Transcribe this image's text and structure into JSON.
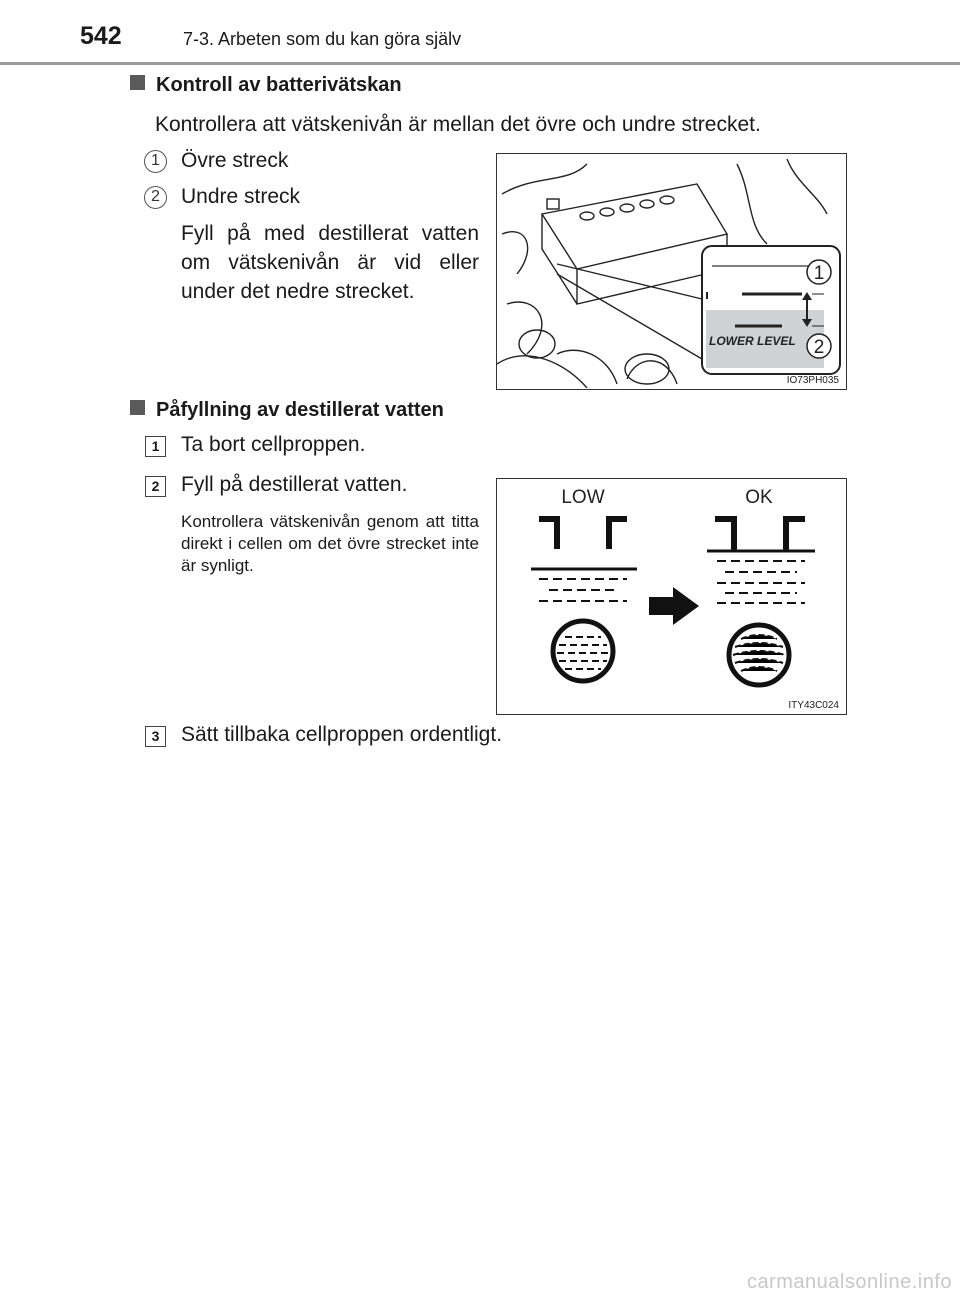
{
  "header": {
    "page_number": "542",
    "chapter_title": "7-3. Arbeten som du kan göra själv"
  },
  "section1": {
    "heading": "Kontroll av batterivätskan",
    "intro": "Kontrollera att vätskenivån är mellan det övre och undre strecket.",
    "items": [
      {
        "num": "1",
        "label": "Övre streck"
      },
      {
        "num": "2",
        "label": "Undre streck"
      }
    ],
    "note": "Fyll på med destillerat vatten om vätskenivån är vid eller under det nedre strecket.",
    "figure": {
      "callout_1": "1",
      "callout_2": "2",
      "lower_level": "LOWER LEVEL",
      "code": "IO73PH035"
    }
  },
  "section2": {
    "heading": "Påfyllning av destillerat vatten",
    "steps": [
      {
        "num": "1",
        "text": "Ta bort cellproppen."
      },
      {
        "num": "2",
        "text": "Fyll på destillerat vatten."
      },
      {
        "num": "3",
        "text": "Sätt tillbaka cellproppen ordentligt."
      }
    ],
    "tip": "Kontrollera vätskenivån genom att titta direkt i cellen om det övre strecket inte är synligt.",
    "figure": {
      "low_label": "LOW",
      "ok_label": "OK",
      "code": "ITY43C024"
    }
  },
  "watermark": "carmanualsonline.info"
}
